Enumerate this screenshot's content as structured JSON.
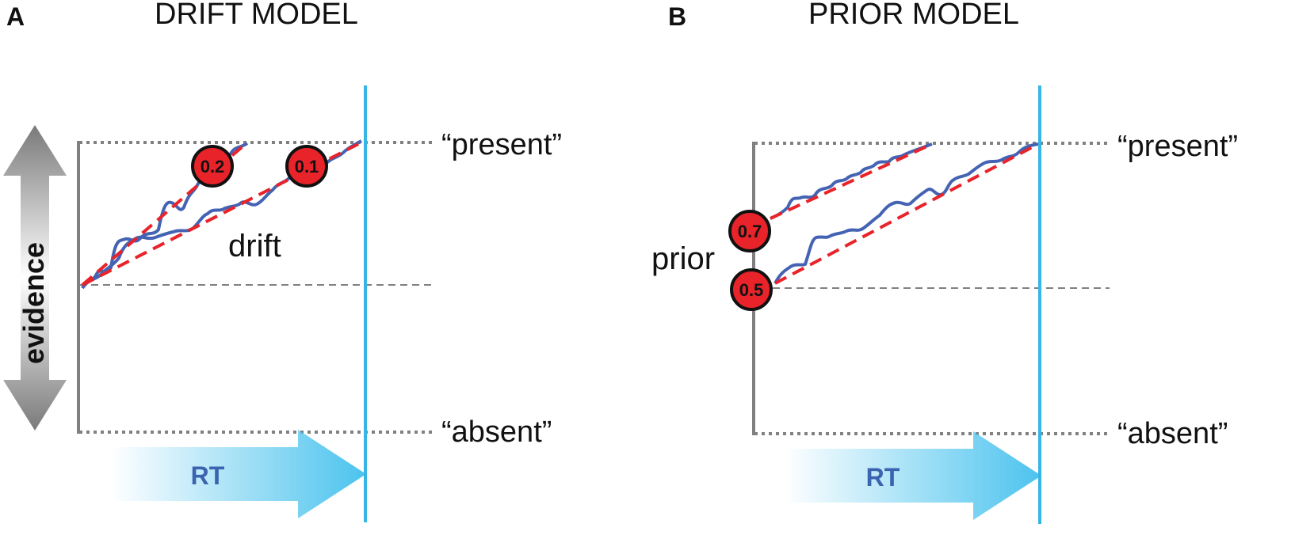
{
  "colors": {
    "walk": "#4463b3",
    "trend": "#e8232a",
    "deadline": "#37b6e6",
    "badge_fill": "#e8232a",
    "bound": "#808080",
    "rt_arrow": "#4cc3ee"
  },
  "icons": {
    "evidence_arrow": "double-headed-vertical-arrow",
    "rt_arrow": "right-arrow"
  },
  "panel_a": {
    "letter": "A",
    "title": "DRIFT MODEL",
    "upper_bound_label": "“present”",
    "lower_bound_label": "“absent”",
    "param_label": "drift",
    "badge_1": "0.2",
    "badge_2": "0.1",
    "axis_label": "evidence",
    "rt_label": "RT"
  },
  "panel_b": {
    "letter": "B",
    "title": "PRIOR MODEL",
    "upper_bound_label": "“present”",
    "lower_bound_label": "“absent”",
    "param_label": "prior",
    "badge_1": "0.7",
    "badge_2": "0.5",
    "rt_label": "RT"
  }
}
